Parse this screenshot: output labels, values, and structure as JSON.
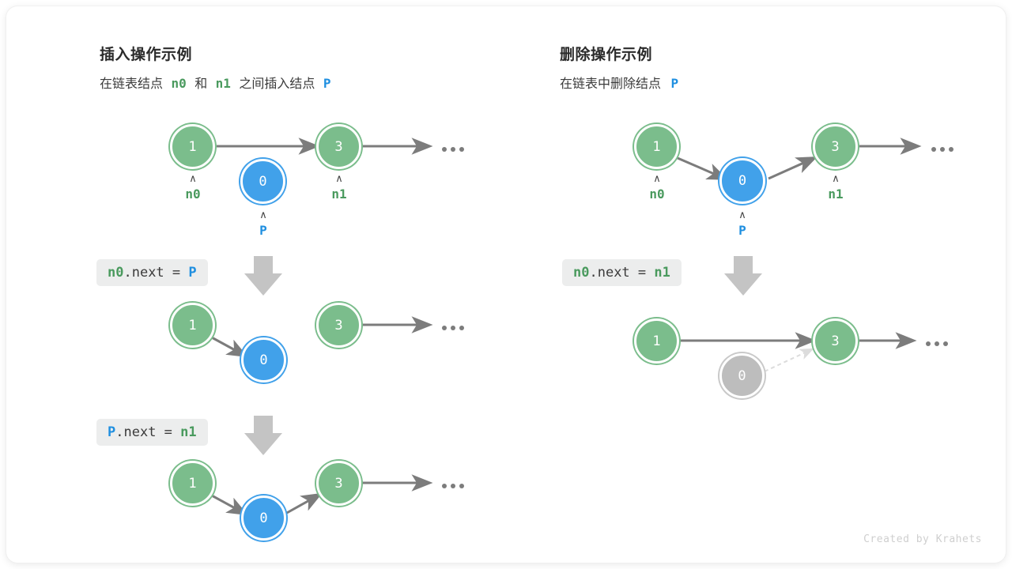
{
  "colors": {
    "node_green": "#7bbd8c",
    "node_blue": "#41a1ea",
    "node_gray": "#bdbdbd",
    "arrow_gray": "#7c7c7c",
    "label_green": "#4a9a5e",
    "label_blue": "#1f8fe0",
    "chip_bg": "#eceded",
    "credit": "#cfcfcf"
  },
  "credit": "Created by Krahets",
  "panels": {
    "insert": {
      "title": "插入操作示例",
      "subtitle": {
        "part1": "在链表结点",
        "n0": "n0",
        "part2": "和",
        "n1": "n1",
        "part3": "之间插入结点",
        "p": "P"
      },
      "steps": [
        {
          "code": {
            "a": "n0",
            "mid": ".next = ",
            "b": "P"
          },
          "nodes": [
            {
              "value": "1",
              "color": "green"
            },
            {
              "value": "0",
              "color": "blue"
            },
            {
              "value": "3",
              "color": "green"
            }
          ],
          "pointers": [
            {
              "name": "n0",
              "color": "green"
            },
            {
              "name": "P",
              "color": "blue"
            },
            {
              "name": "n1",
              "color": "green"
            }
          ],
          "ellipsis": "..."
        },
        {
          "code": {
            "a": "P",
            "mid": ".next = ",
            "b": "n1"
          },
          "nodes": [
            {
              "value": "1",
              "color": "green"
            },
            {
              "value": "0",
              "color": "blue"
            },
            {
              "value": "3",
              "color": "green"
            }
          ],
          "ellipsis": "..."
        },
        {
          "nodes": [
            {
              "value": "1",
              "color": "green"
            },
            {
              "value": "0",
              "color": "blue"
            },
            {
              "value": "3",
              "color": "green"
            }
          ],
          "ellipsis": "..."
        }
      ]
    },
    "delete": {
      "title": "删除操作示例",
      "subtitle": {
        "part1": "在链表中删除结点",
        "p": "P"
      },
      "steps": [
        {
          "code": {
            "a": "n0",
            "mid": ".next = ",
            "b": "n1"
          },
          "nodes": [
            {
              "value": "1",
              "color": "green"
            },
            {
              "value": "0",
              "color": "blue"
            },
            {
              "value": "3",
              "color": "green"
            }
          ],
          "pointers": [
            {
              "name": "n0",
              "color": "green"
            },
            {
              "name": "P",
              "color": "blue"
            },
            {
              "name": "n1",
              "color": "green"
            }
          ],
          "ellipsis": "..."
        },
        {
          "nodes": [
            {
              "value": "1",
              "color": "green"
            },
            {
              "value": "0",
              "color": "gray"
            },
            {
              "value": "3",
              "color": "green"
            }
          ],
          "ellipsis": "..."
        }
      ]
    }
  }
}
